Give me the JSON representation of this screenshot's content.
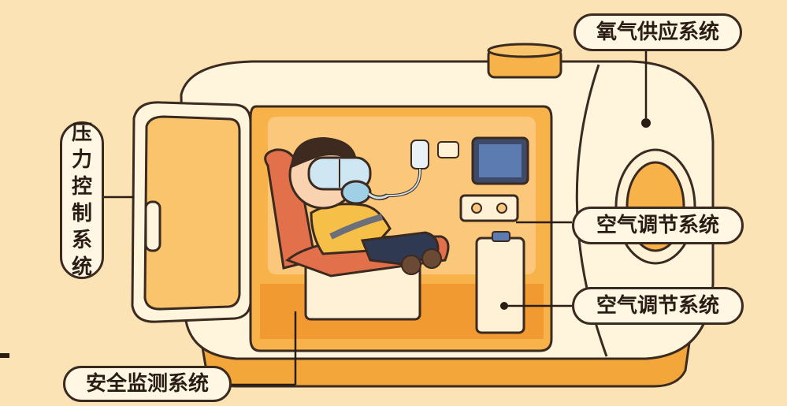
{
  "labels": {
    "oxygen_supply": "氧气供应系统",
    "air_regulation_top": "空气调节系统",
    "air_regulation_bottom": "空气调节系统",
    "safety_monitoring": "安全监测系统",
    "pressure_control": [
      "压",
      "力",
      "控",
      "制",
      "系",
      "统"
    ]
  },
  "colors": {
    "background": "#fbe3b6",
    "chamber_shell": "#fff4dc",
    "chamber_interior": "#f7b24a",
    "outline": "#3b2a20",
    "callout_fill": "#fff6e4"
  }
}
